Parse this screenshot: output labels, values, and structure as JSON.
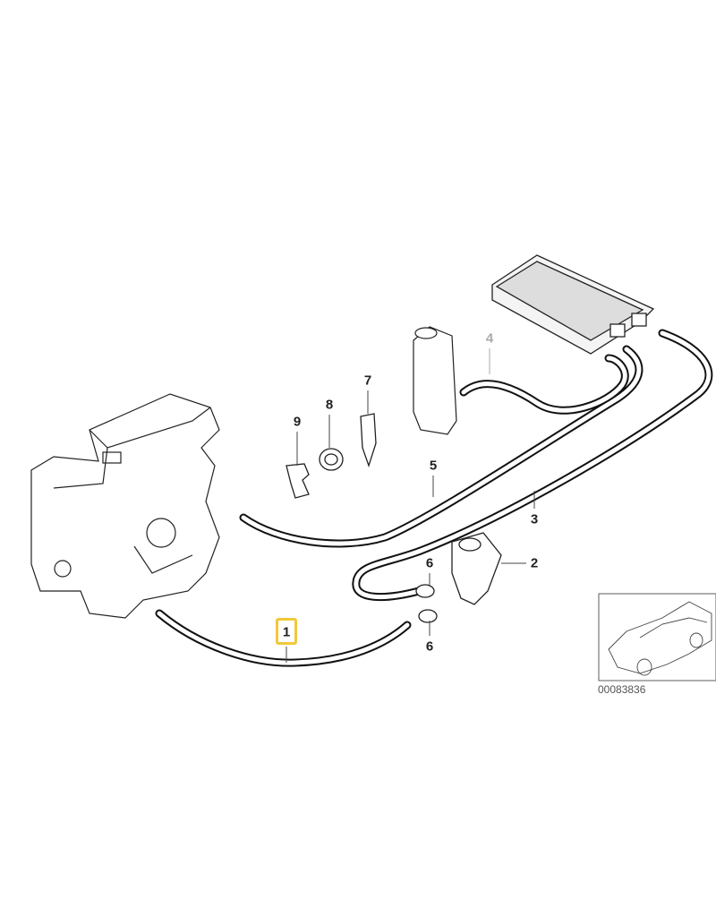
{
  "diagram": {
    "parts": [
      {
        "number": "1",
        "name": "hose-1",
        "highlighted": true
      },
      {
        "number": "2",
        "name": "water-valve"
      },
      {
        "number": "3",
        "name": "hose-3"
      },
      {
        "number": "4",
        "name": "hose-4",
        "color": "#aaaaaa"
      },
      {
        "number": "5",
        "name": "hose-5"
      },
      {
        "number": "6",
        "name": "hose-clamp"
      },
      {
        "number": "6",
        "name": "hose-clamp"
      },
      {
        "number": "7",
        "name": "holder"
      },
      {
        "number": "8",
        "name": "hose-clamp-ring"
      },
      {
        "number": "9",
        "name": "clip"
      }
    ],
    "highlight_color": "#f0c83a",
    "diagram_code": "00083836"
  }
}
